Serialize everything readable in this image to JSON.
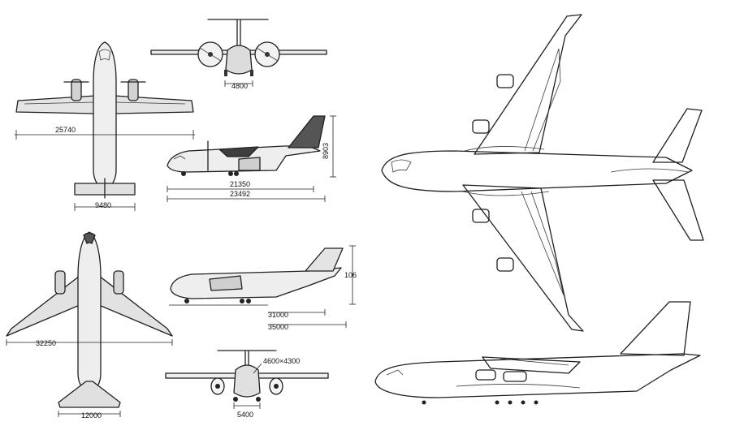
{
  "colors": {
    "background": "#ffffff",
    "line": "#1f1f1f",
    "shade": "#d8d8d8",
    "dark": "#4a4a4a"
  },
  "dimensions": {
    "a_span": "25740",
    "a_tail_span": "9480",
    "a_front_width": "4800",
    "a_length_1": "21350",
    "a_length_2": "23492",
    "a_height": "8903",
    "b_span": "32250",
    "b_tail_span": "12000",
    "b_height": "106",
    "b_length_1": "31000",
    "b_length_2": "35000",
    "b_cargo": "4600×4300",
    "b_track": "5400"
  }
}
